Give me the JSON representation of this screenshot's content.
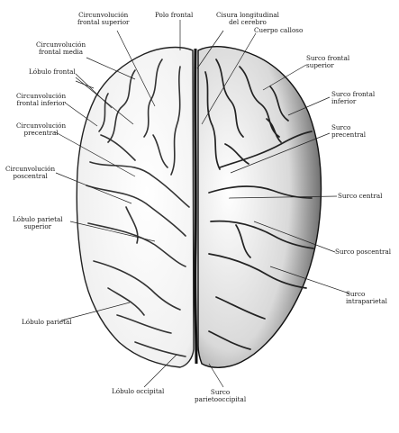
{
  "labels": {
    "circ_frontal_superior": [
      "Circunvolución",
      "frontal superior"
    ],
    "polo_frontal": [
      "Polo frontal"
    ],
    "cisura_longitudinal": [
      "Cisura longitudinal",
      "del cerebro"
    ],
    "cuerpo_calloso": [
      "Cuerpo calloso"
    ],
    "circ_frontal_media": [
      "Circunvolución",
      "frontal media"
    ],
    "surco_frontal_superior": [
      "Surco frontal",
      "superior"
    ],
    "lobulo_frontal": [
      "Lóbulo frontal"
    ],
    "surco_frontal_inferior": [
      "Surco frontal",
      "inferior"
    ],
    "circ_frontal_inferior": [
      "Circunvolución",
      "frontal inferior"
    ],
    "surco_precentral": [
      "Surco",
      "precentral"
    ],
    "circ_precentral": [
      "Circunvolución",
      "precentral"
    ],
    "circ_poscentral": [
      "Circunvolución",
      "poscentral"
    ],
    "surco_central": [
      "Surco central"
    ],
    "lobulo_parietal_superior": [
      "Lóbulo parietal",
      "superior"
    ],
    "surco_poscentral": [
      "Surco poscentral"
    ],
    "surco_intraparietal": [
      "Surco",
      "intraparietal"
    ],
    "lobulo_parietal": [
      "Lóbulo parietal"
    ],
    "lobulo_occipital": [
      "Lóbulo occipital"
    ],
    "surco_parietooccipital": [
      "Surco",
      "parietooccipital"
    ]
  }
}
